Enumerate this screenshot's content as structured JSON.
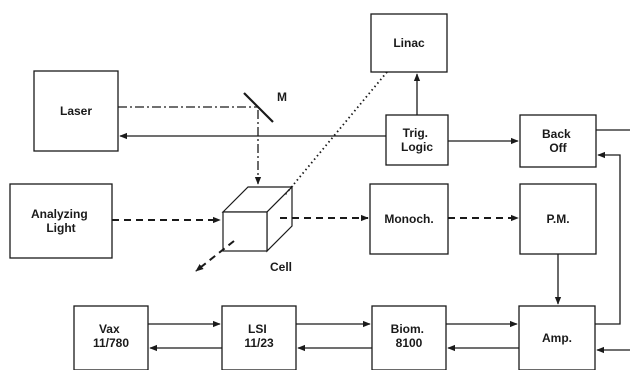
{
  "blocks": {
    "linac": [
      "Linac"
    ],
    "laser": [
      "Laser"
    ],
    "trig": [
      "Trig.",
      "Logic"
    ],
    "backoff": [
      "Back",
      "Off"
    ],
    "analyzing": [
      "Analyzing",
      "Light"
    ],
    "monoch": [
      "Monoch."
    ],
    "pm": [
      "P.M."
    ],
    "vax": [
      "Vax",
      "11/780"
    ],
    "lsi": [
      "LSI",
      "11/23"
    ],
    "biom": [
      "Biom.",
      "8100"
    ],
    "amp": [
      "Amp."
    ]
  },
  "labels": {
    "mirror": "M",
    "cell": "Cell"
  }
}
